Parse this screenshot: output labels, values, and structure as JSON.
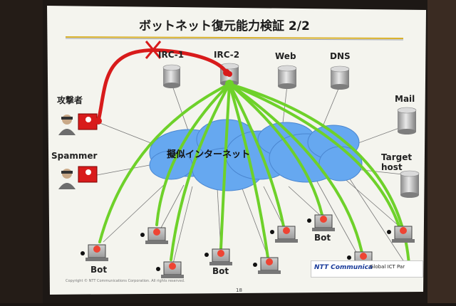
{
  "slide": {
    "title": "ボットネット復元能力検証 2/2",
    "cloud_label": "擬似インターネット",
    "page_number": "18",
    "footer": "Copyright © NTT Communications Corporation. All rights reserved.",
    "logo_left": "NTT Communica",
    "logo_right": "Global ICT Par"
  },
  "servers": {
    "irc1": "IRC-1",
    "irc2": "IRC-2",
    "web": "Web",
    "dns": "DNS",
    "mail": "Mail",
    "target": "Target\nhost"
  },
  "actors": {
    "attacker": "攻撃者",
    "spammer": "Spammer"
  },
  "bots": {
    "label_1": "Bot",
    "label_2": "Bot",
    "label_3": "Bot"
  },
  "colors": {
    "green_link": "#6ed12a",
    "red_link": "#d81b1b",
    "cloud": "#66a8f0",
    "slide_bg": "#f4f4ee"
  }
}
